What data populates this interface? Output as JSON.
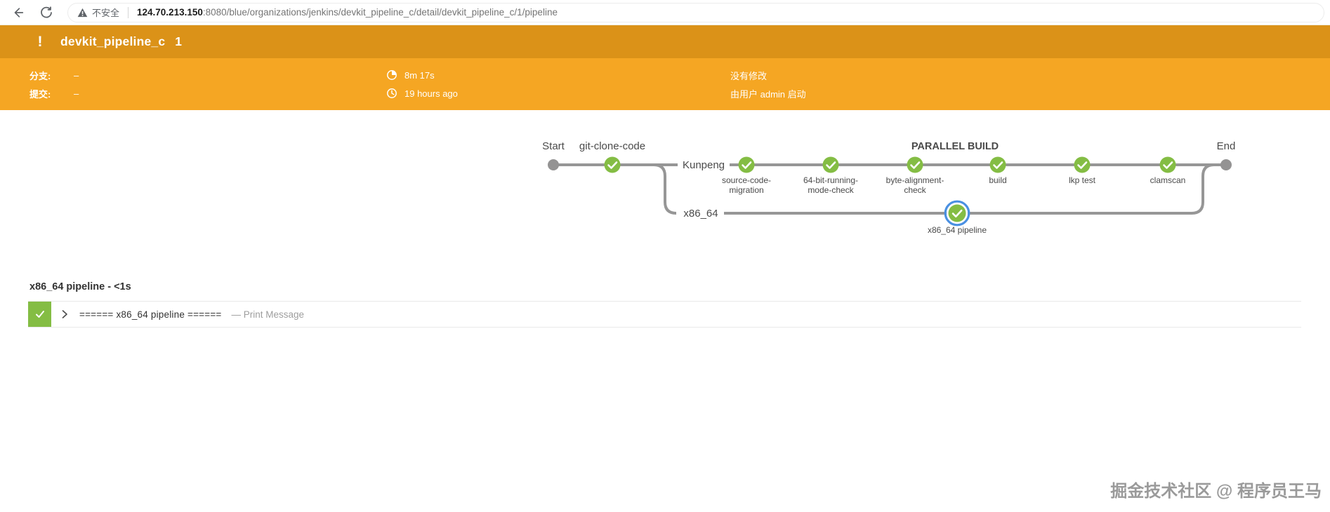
{
  "browser": {
    "security_label": "不安全",
    "url_host": "124.70.213.150",
    "url_path": ":8080/blue/organizations/jenkins/devkit_pipeline_c/detail/devkit_pipeline_c/1/pipeline"
  },
  "header": {
    "status_glyph": "!",
    "title": "devkit_pipeline_c",
    "run_number": "1"
  },
  "info": {
    "branch_label": "分支:",
    "branch_value": "–",
    "commit_label": "提交:",
    "commit_value": "–",
    "duration": "8m 17s",
    "time_ago": "19 hours ago",
    "changes": "没有修改",
    "started_by": "由用户 admin 启动"
  },
  "graph": {
    "start_label": "Start",
    "end_label": "End",
    "parallel_label": "PARALLEL BUILD",
    "first_stage": {
      "name": "git-clone-code",
      "status": "success"
    },
    "branches": [
      {
        "name": "Kunpeng",
        "stages": [
          {
            "name": "source-code-migration",
            "status": "success",
            "lines": [
              "source-code-",
              "migration"
            ]
          },
          {
            "name": "64-bit-running-mode-check",
            "status": "success",
            "lines": [
              "64-bit-running-",
              "mode-check"
            ]
          },
          {
            "name": "byte-alignment-check",
            "status": "success",
            "lines": [
              "byte-alignment-",
              "check"
            ]
          },
          {
            "name": "build",
            "status": "success",
            "lines": [
              "build"
            ]
          },
          {
            "name": "lkp test",
            "status": "success",
            "lines": [
              "lkp test"
            ]
          },
          {
            "name": "clamscan",
            "status": "success",
            "lines": [
              "clamscan"
            ]
          }
        ]
      },
      {
        "name": "x86_64",
        "stages": [
          {
            "name": "x86_64 pipeline",
            "status": "success",
            "selected": true,
            "lines": [
              "x86_64 pipeline"
            ]
          }
        ]
      }
    ],
    "colors": {
      "success_green": "#84BD44",
      "edge_gray": "#969696",
      "selected_ring_blue": "#4A90E2",
      "header_bar_orange": "#DB9218",
      "info_bar_orange": "#F5A623"
    }
  },
  "log": {
    "section_title": "x86_64 pipeline - <1s",
    "row": {
      "step_text": "====== x86_64 pipeline ======",
      "step_type": "— Print Message"
    }
  },
  "watermark": {
    "text": "掘金技术社区 @ 程序员王马"
  }
}
